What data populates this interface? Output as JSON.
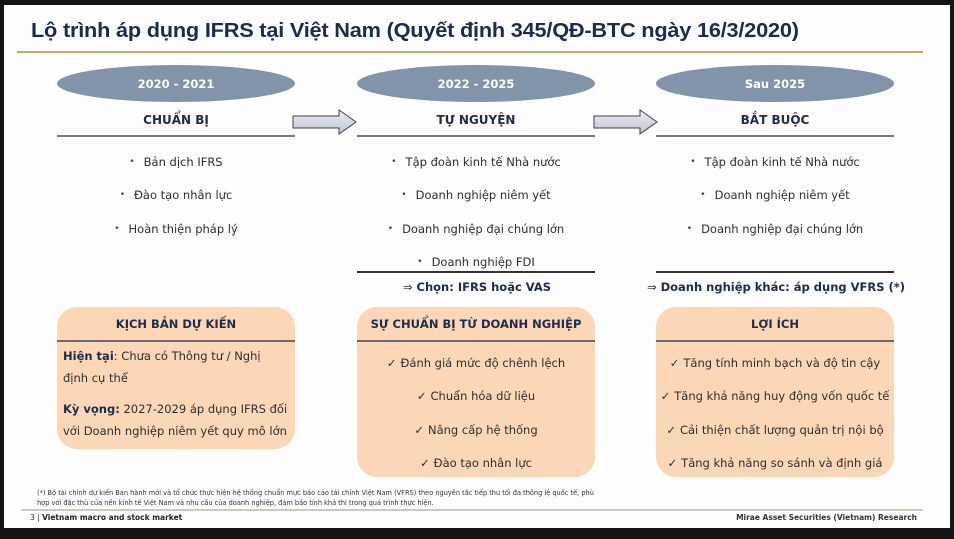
{
  "title": "Lộ trình áp dụng IFRS tại Việt Nam (Quyết định 345/QĐ-BTC ngày 16/3/2020)",
  "colors": {
    "title": "#1b2c4c",
    "title_rule": "#c9ab6e",
    "ellipse": "#8294a9",
    "box": "#fbd7b8"
  },
  "columns": [
    {
      "period": "2020 - 2021",
      "phase": "CHUẨN BỊ",
      "bullets": [
        "Bản dịch IFRS",
        "Đào tạo nhân lực",
        "Hoàn thiện pháp lý"
      ],
      "box": {
        "title": "KỊCH BẢN DỰ KIẾN",
        "paragraphs": [
          {
            "label": "Hiện tại",
            "sep": ":",
            "text": " Chưa có Thông tư / Nghị định cụ thể"
          },
          {
            "label": "Kỳ vọng:",
            "sep": "",
            "text": " 2027-2029 áp dụng IFRS đối với Doanh nghiệp niêm yết quy mô lớn"
          }
        ]
      }
    },
    {
      "period": "2022 - 2025",
      "phase": "TỰ NGUYỆN",
      "bullets": [
        "Tập đoàn kinh tế Nhà nước",
        "Doanh nghiệp niêm yết",
        "Doanh nghiệp đại chúng lớn",
        "Doanh nghiệp FDI"
      ],
      "conclusion": {
        "arrow": "⇒",
        "text": "Chọn: IFRS hoặc VAS"
      },
      "box": {
        "title": "SỰ CHUẨN BỊ TỪ DOANH NGHIỆP",
        "checks": [
          "Đánh giá mức độ chênh lệch",
          "Chuẩn hóa dữ liệu",
          "Nâng cấp hệ thống",
          "Đào tạo nhân lực"
        ]
      }
    },
    {
      "period": "Sau 2025",
      "phase": "BẮT BUỘC",
      "bullets": [
        "Tập đoàn kinh tế Nhà nước",
        "Doanh nghiệp niêm yết",
        "Doanh nghiệp đại chúng lớn"
      ],
      "conclusion": {
        "arrow": "⇒",
        "text": "Doanh nghiệp khác: áp dụng VFRS (*)"
      },
      "box": {
        "title": "LỢI ÍCH",
        "checks": [
          "Tăng tính minh bạch và độ tin cậy",
          "Tăng khả năng huy động vốn quốc tế",
          "Cải thiện chất lượng quản trị nội bộ",
          "Tăng khả năng so sánh và định giá"
        ]
      }
    }
  ],
  "icons": {
    "bullet": "•",
    "check": "✓"
  },
  "footnote": "(*) Bộ tài chính dự kiến Ban hành mới và tổ chức thực hiện hệ thống chuẩn mực báo cáo tài chính Việt Nam (VFRS) theo nguyên tắc tiếp thu tối đa thông lệ quốc tế, phù hợp với đặc thù của nền kinh tế Việt Nam và nhu cầu của doanh nghiệp, đảm bảo tính khả thi trong quá trình thực hiện.",
  "footer": {
    "page": "3",
    "divider": " | ",
    "section": "Vietnam macro and stock market",
    "source": "Mirae Asset Securities (Vietnam) Research"
  }
}
